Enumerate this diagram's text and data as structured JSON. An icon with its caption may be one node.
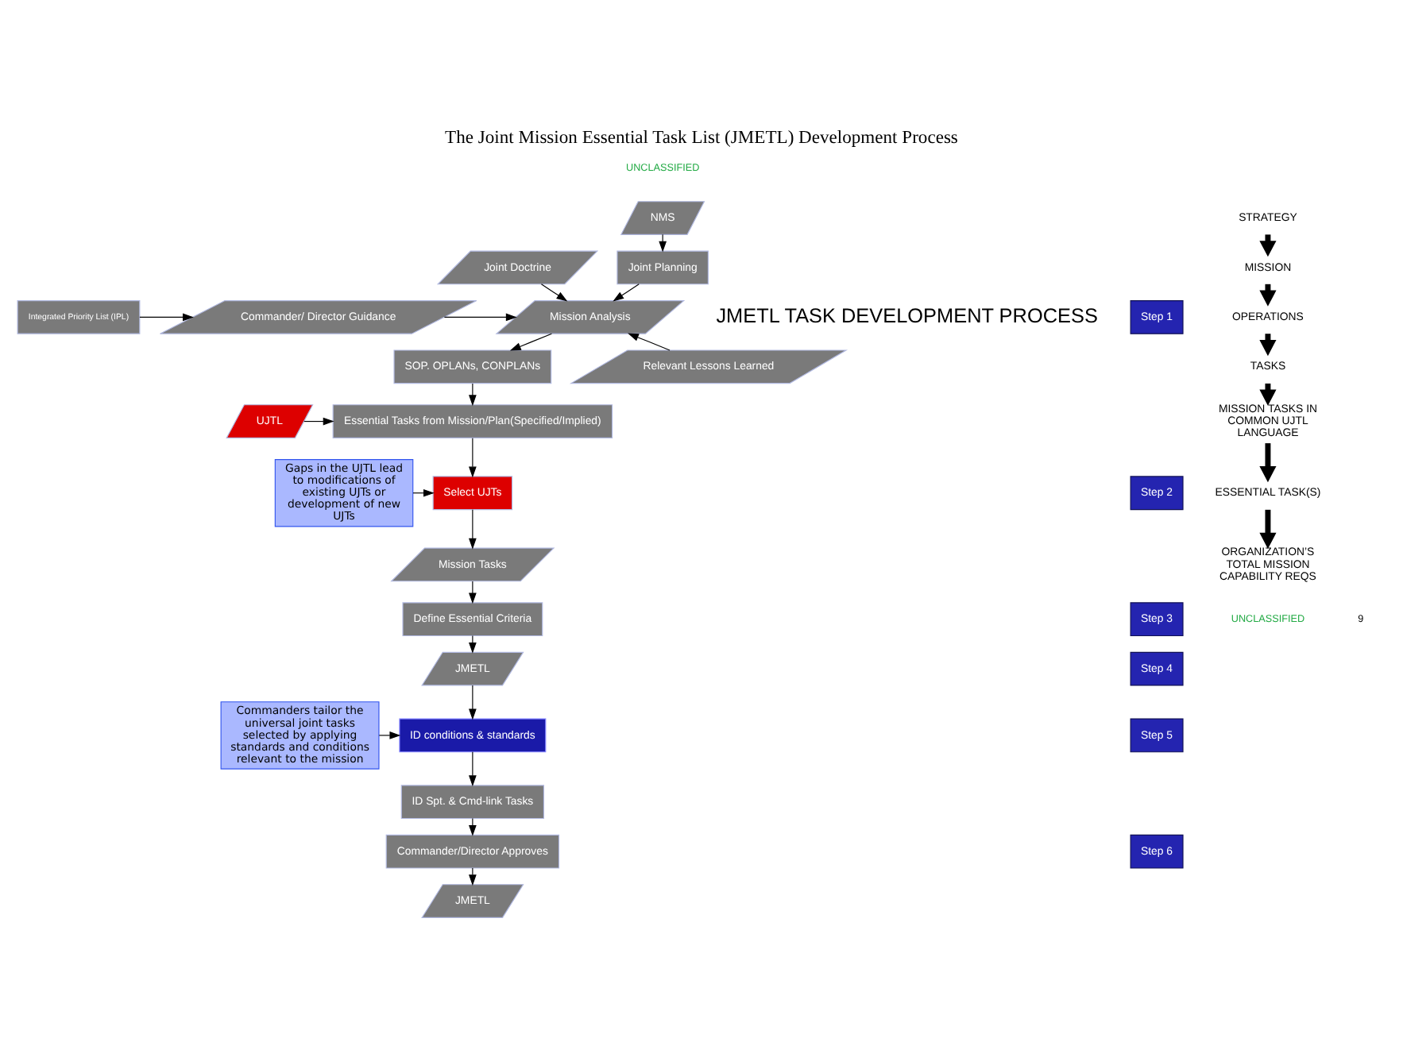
{
  "diagram": {
    "title": "The Joint Mission Essential Task List (JMETL) Development Process",
    "nodes": [
      {
        "text": [
          "NMS"
        ]
      },
      {
        "text": [
          "Joint Planning"
        ]
      },
      {
        "text": [
          "Joint Doctrine"
        ]
      },
      {
        "text": [
          "Mission Analysis"
        ]
      },
      {
        "text": [
          "Commander/ Director Guidance"
        ]
      },
      {
        "text": [
          "Integrated Priority List (IPL)"
        ]
      },
      {
        "text": [
          "SOP. OPLANs, CONPLANs"
        ]
      },
      {
        "text": [
          "Relevant Lessons Learned"
        ]
      },
      {
        "text": [
          "Essential Tasks from Mission/Plan(Specified/Implied)"
        ]
      },
      {
        "text": [
          "UJTL"
        ]
      },
      {
        "text": [
          "Select UJTs"
        ]
      },
      {
        "text": [
          "Gaps in the UJTL lead to modifications of existing UJTs or development of new UJTs"
        ]
      },
      {
        "text": [
          "Mission Tasks"
        ]
      },
      {
        "text": [
          "Define Essential Criteria"
        ]
      },
      {
        "text": [
          "JMETL"
        ]
      },
      {
        "text": [
          "Commanders tailor the universal joint tasks selected by applying standards and conditions relevant to the mission"
        ]
      },
      {
        "text": [
          "ID conditions & standards"
        ]
      },
      {
        "text": [
          "ID Spt. & Cmd-link Tasks"
        ]
      },
      {
        "text": [
          "Commander/Director Approves"
        ]
      },
      {
        "text": [
          "JMETL"
        ]
      },
      {
        "text": [
          "Step 1"
        ]
      },
      {
        "text": [
          "Step 2"
        ]
      },
      {
        "text": [
          "Step 3"
        ]
      },
      {
        "text": [
          "Step 4"
        ]
      },
      {
        "text": [
          "Step 5"
        ]
      },
      {
        "text": [
          "Step 6"
        ]
      },
      {
        "text": [
          "STRATEGY"
        ]
      },
      {
        "text": [
          "MISSION"
        ]
      },
      {
        "text": [
          "OPERATIONS"
        ]
      },
      {
        "text": [
          "TASKS"
        ]
      },
      {
        "text": [
          "MISSION TASKS IN COMMON UJTL LANGUAGE"
        ]
      },
      {
        "text": [
          "ESSENTIAL TASK(S)"
        ]
      },
      {
        "text": [
          "ORGANIZATION’S TOTAL MISSION CAPABILITY REQS"
        ]
      }
    ],
    "edges": [
      {
        "from": 0,
        "to": 1,
        "arrow": "to"
      },
      {
        "from": 1,
        "to": 3,
        "arrow": "to"
      },
      {
        "from": 2,
        "to": 3,
        "arrow": "to"
      },
      {
        "from": 4,
        "to": 3,
        "arrow": "to"
      },
      {
        "from": 5,
        "to": 4,
        "arrow": "to"
      },
      {
        "from": 7,
        "to": 3,
        "arrow": "to"
      },
      {
        "from": 3,
        "to": 6,
        "arrow": "to"
      },
      {
        "from": 6,
        "to": 8,
        "arrow": "to"
      },
      {
        "from": 9,
        "to": 8,
        "arrow": "to"
      },
      {
        "from": 8,
        "to": 10,
        "arrow": "to"
      },
      {
        "from": 11,
        "to": 10,
        "arrow": "to"
      },
      {
        "from": 10,
        "to": 12,
        "arrow": "to"
      },
      {
        "from": 12,
        "to": 13,
        "arrow": "to"
      },
      {
        "from": 13,
        "to": 14,
        "arrow": "to"
      },
      {
        "from": 14,
        "to": 16,
        "arrow": "to"
      },
      {
        "from": 15,
        "to": 16,
        "arrow": "to"
      },
      {
        "from": 16,
        "to": 17,
        "arrow": "to"
      },
      {
        "from": 17,
        "to": 18,
        "arrow": "to"
      },
      {
        "from": 18,
        "to": 19,
        "arrow": "to"
      },
      {
        "from": 26,
        "to": 27,
        "arrow": "to",
        "style": "thick"
      },
      {
        "from": 27,
        "to": 28,
        "arrow": "to",
        "style": "thick"
      },
      {
        "from": 28,
        "to": 29,
        "arrow": "to",
        "style": "thick"
      },
      {
        "from": 29,
        "to": 30,
        "arrow": "to",
        "style": "thick"
      },
      {
        "from": 30,
        "to": 31,
        "arrow": "to",
        "style": "thick"
      },
      {
        "from": 31,
        "to": 32,
        "arrow": "to",
        "style": "thick"
      }
    ],
    "labels": [
      "UNCLASSIFIED",
      "JMETL TASK DEVELOPMENT PROCESS",
      "UNCLASSIFIED",
      "9"
    ]
  }
}
